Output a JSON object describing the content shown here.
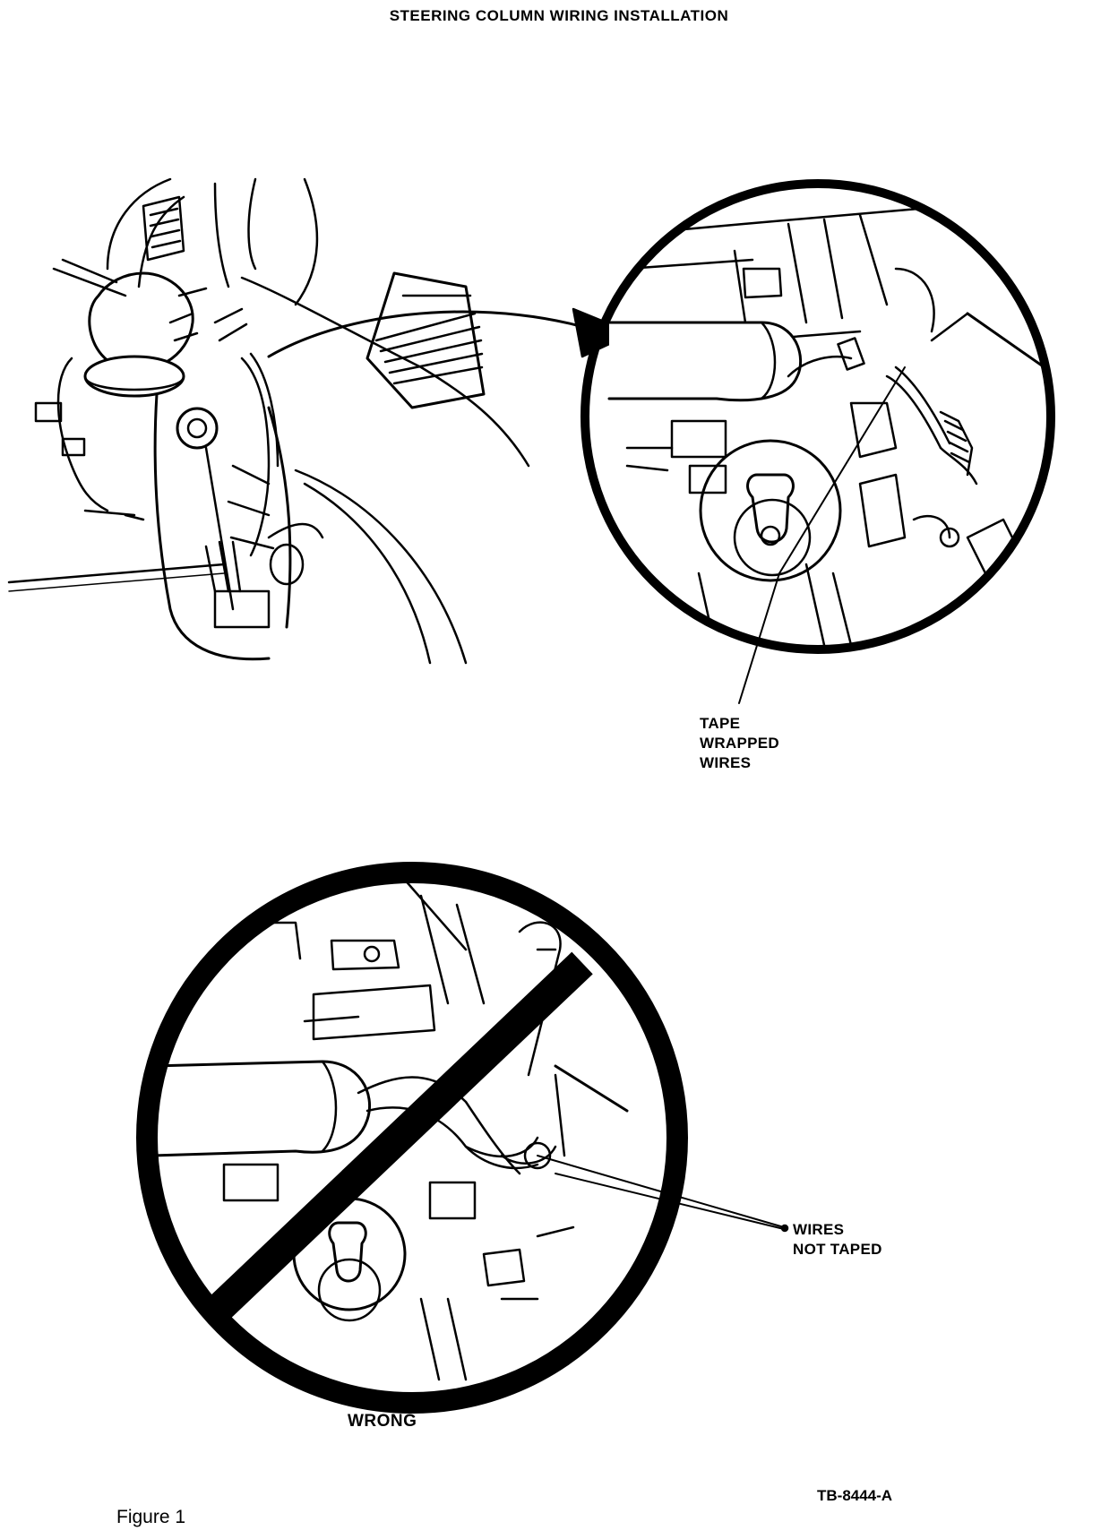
{
  "title": "STEERING COLUMN WIRING INSTALLATION",
  "callouts": {
    "tape_wrapped": [
      "TAPE",
      "WRAPPED",
      "WIRES"
    ],
    "not_taped": [
      "WIRES",
      "NOT TAPED"
    ]
  },
  "wrong_label": "WRONG",
  "figure_label": "Figure 1",
  "drawing_code": "TB-8444-A",
  "colors": {
    "ink": "#000000",
    "paper": "#ffffff"
  }
}
